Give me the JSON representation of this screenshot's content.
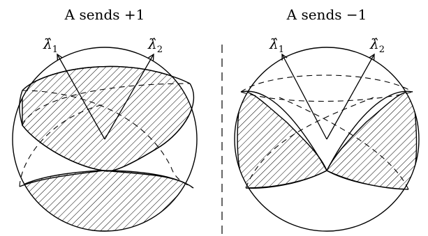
{
  "panels": [
    {
      "title": "A sends +1",
      "vectors": [
        {
          "base": "λ̂",
          "sub": "1"
        },
        {
          "base": "λ̂",
          "sub": "2"
        }
      ],
      "hatched_region": "disk-union"
    },
    {
      "title": "A sends −1",
      "vectors": [
        {
          "base": "λ̂",
          "sub": "1"
        },
        {
          "base": "λ̂",
          "sub": "2"
        }
      ],
      "hatched_region": "disk-symmetric-difference"
    }
  ],
  "divider": "dashed-vertical"
}
